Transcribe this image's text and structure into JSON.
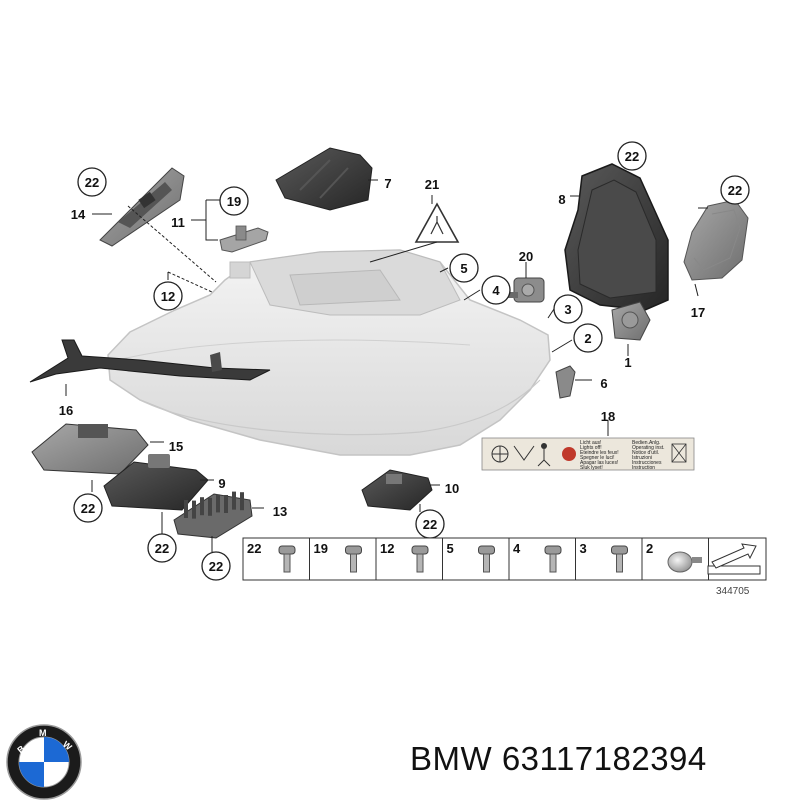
{
  "callouts": {
    "c22_flap": "22",
    "c14": "14",
    "c19": "19",
    "c11": "11",
    "c7": "7",
    "c21": "21",
    "c22_cover": "22",
    "c8": "8",
    "c22_reflector": "22",
    "c17": "17",
    "c20": "20",
    "c5": "5",
    "c4": "4",
    "c3": "3",
    "c2": "2",
    "c1": "1",
    "c6": "6",
    "c12": "12",
    "c16": "16",
    "c15": "15",
    "c9": "9",
    "c13": "13",
    "c10": "10",
    "c18": "18",
    "c22_15": "22",
    "c22_9": "22",
    "c22_13": "22",
    "c22_10": "22"
  },
  "strip": [
    "22",
    "19",
    "12",
    "5",
    "4",
    "3",
    "2"
  ],
  "diagram_code": "344705",
  "warning_label": {
    "lines_left": [
      "Licht aus!",
      "Lights off!",
      "Eteindre les feux!",
      "Spegner le luci!",
      "Apagar las luces!",
      "Sluk lyset!"
    ],
    "lines_right": [
      "Bedien.Anlg.",
      "Operating inst.",
      "Notice d'util.",
      "Istruzioni",
      "Instrucciones",
      "Instruction"
    ]
  },
  "brand": {
    "logo_text": "BMW"
  },
  "caption": {
    "brand": "BMW",
    "part_number": "63117182394"
  },
  "colors": {
    "ink": "#111111",
    "part_dark": "#3c3c3c",
    "part_mid": "#7a7a7a",
    "part_light": "#bdbdbd",
    "lens": "#e6e6e6",
    "bmw_blue": "#1c69d4"
  }
}
